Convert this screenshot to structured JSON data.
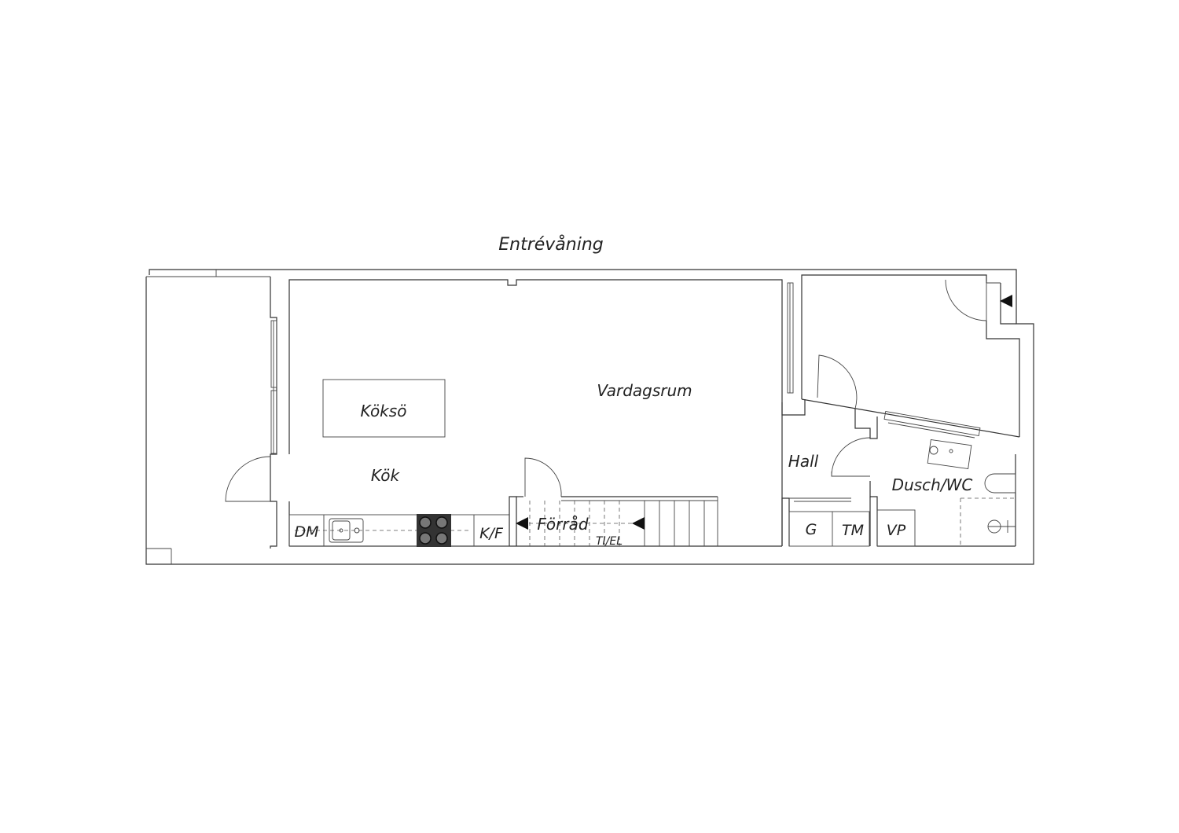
{
  "plan": {
    "title": "Entrévåning",
    "rooms": {
      "kok": "Kök",
      "kokso": "Köksö",
      "vardagsrum": "Vardagsrum",
      "hall": "Hall",
      "dusch_wc": "Dusch/WC",
      "forrad": "Förråd"
    },
    "fixtures": {
      "dm": "DM",
      "kf": "K/F",
      "tiel": "TI/EL",
      "g": "G",
      "tm": "TM",
      "vp": "VP"
    }
  }
}
